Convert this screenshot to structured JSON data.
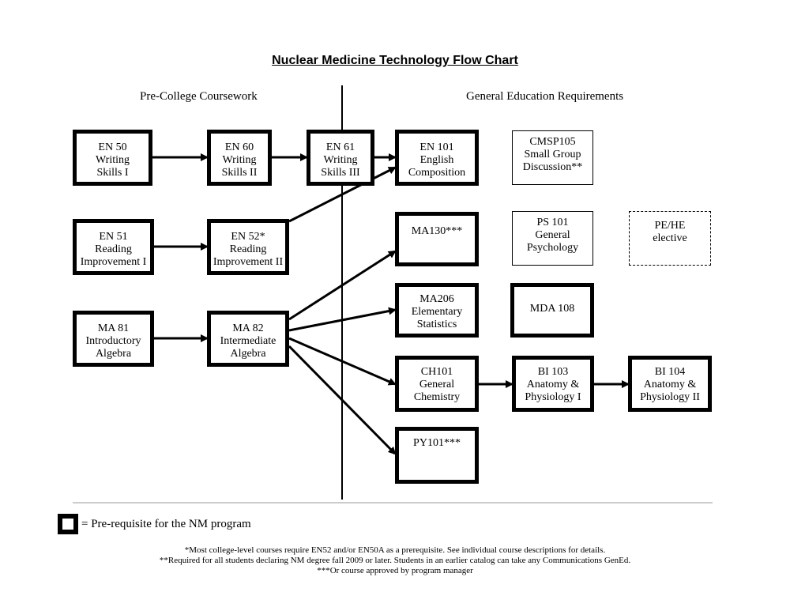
{
  "title": "Nuclear Medicine Technology Flow Chart",
  "sections": {
    "left": "Pre-College Coursework",
    "right": "General Education Requirements"
  },
  "boxes": {
    "en50": {
      "lines": [
        "EN 50",
        "Writing",
        "Skills I"
      ]
    },
    "en60": {
      "lines": [
        "EN 60",
        "Writing",
        "Skills II"
      ]
    },
    "en61": {
      "lines": [
        "EN 61",
        "Writing",
        "Skills III"
      ]
    },
    "en101": {
      "lines": [
        "EN 101",
        "English",
        "Composition"
      ]
    },
    "cmsp105": {
      "lines": [
        "CMSP105",
        "Small Group",
        "Discussion**"
      ]
    },
    "en51": {
      "lines": [
        "EN 51",
        "Reading",
        "Improvement I"
      ]
    },
    "en52": {
      "lines": [
        "EN 52*",
        "Reading",
        "Improvement II"
      ]
    },
    "ma130": {
      "lines": [
        "MA130***"
      ]
    },
    "ps101": {
      "lines": [
        "PS 101",
        "General",
        "Psychology"
      ]
    },
    "pehe": {
      "lines": [
        "PE/HE",
        "elective"
      ]
    },
    "ma81": {
      "lines": [
        "MA 81",
        "Introductory",
        "Algebra"
      ]
    },
    "ma82": {
      "lines": [
        "MA 82",
        "Intermediate",
        "Algebra"
      ]
    },
    "ma206": {
      "lines": [
        "MA206",
        "Elementary",
        "Statistics"
      ]
    },
    "mda108": {
      "lines": [
        "MDA 108"
      ]
    },
    "ch101": {
      "lines": [
        "CH101",
        "General",
        "Chemistry"
      ]
    },
    "bi103": {
      "lines": [
        "BI 103",
        "Anatomy &",
        "Physiology I"
      ]
    },
    "bi104": {
      "lines": [
        "BI 104",
        "Anatomy &",
        "Physiology II"
      ]
    },
    "py101": {
      "lines": [
        "PY101***"
      ]
    }
  },
  "legend": {
    "text": "= Pre-requisite for the NM program"
  },
  "notes": [
    "*Most college-level courses require EN52 and/or EN50A as a prerequisite.  See individual course descriptions for details.",
    "**Required for all students declaring NM degree fall 2009 or later. Students in an earlier catalog can take any Communications GenEd.",
    "***Or course approved by program manager"
  ]
}
